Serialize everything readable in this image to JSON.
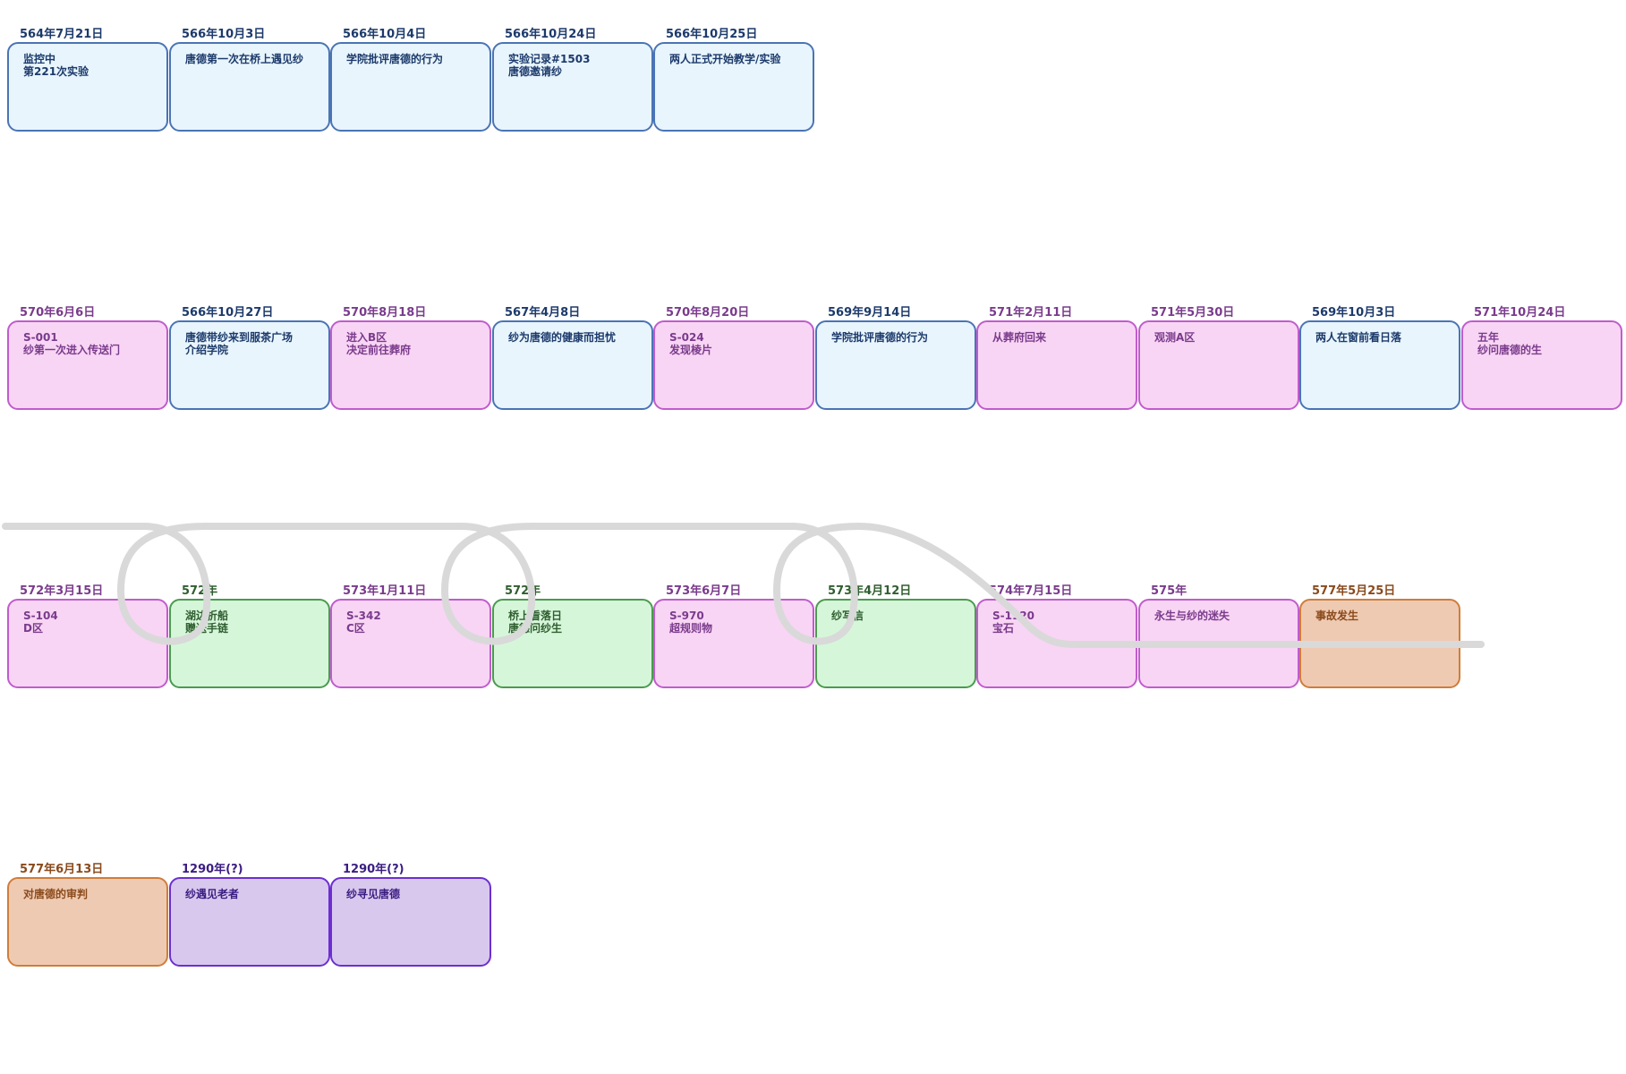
{
  "colors": {
    "blue": {
      "fill": "#e8f5fd",
      "border": "#4a74b4",
      "text": "#1c3a6b"
    },
    "pink": {
      "fill": "#f8d5f4",
      "border": "#c05ccd",
      "text": "#7a3b8c"
    },
    "green": {
      "fill": "#d6f6da",
      "border": "#4b9a4f",
      "text": "#2f5e2f"
    },
    "orange": {
      "fill": "#efcab2",
      "border": "#cf7d3b",
      "text": "#8a4a1c"
    },
    "purple": {
      "fill": "#d9c8ee",
      "border": "#6b2fd1",
      "text": "#3b1d82"
    },
    "connector": "#d9d9d9"
  },
  "rows": [
    [
      {
        "date": "564年7月21日",
        "text": "监控中\n第221次实验",
        "category": "blue"
      },
      {
        "date": "566年10月3日",
        "text": "唐德第一次在桥上遇见纱",
        "category": "blue"
      },
      {
        "date": "566年10月4日",
        "text": "学院批评唐德的行为",
        "category": "blue"
      },
      {
        "date": "566年10月24日",
        "text": "实验记录#1503\n唐德邀请纱",
        "category": "blue"
      },
      {
        "date": "566年10月25日",
        "text": "两人正式开始教学/实验",
        "category": "blue"
      }
    ],
    [
      {
        "date": "570年6月6日",
        "text": "S-001\n纱第一次进入传送门",
        "category": "pink"
      },
      {
        "date": "566年10月27日",
        "text": "唐德带纱来到服茶广场\n介绍学院",
        "category": "blue"
      },
      {
        "date": "570年8月18日",
        "text": "进入B区\n决定前往葬府",
        "category": "pink"
      },
      {
        "date": "567年4月8日",
        "text": "纱为唐德的健康而担忧",
        "category": "blue"
      },
      {
        "date": "570年8月20日",
        "text": "S-024\n发现棱片",
        "category": "pink"
      },
      {
        "date": "569年9月14日",
        "text": "学院批评唐德的行为",
        "category": "blue"
      },
      {
        "date": "571年2月11日",
        "text": "从葬府回来",
        "category": "pink"
      },
      {
        "date": "571年5月30日",
        "text": "观测A区",
        "category": "pink"
      },
      {
        "date": "569年10月3日",
        "text": "两人在窗前看日落",
        "category": "blue"
      },
      {
        "date": "571年10月24日",
        "text": "五年\n纱问唐德的生",
        "category": "pink"
      }
    ],
    [
      {
        "date": "572年3月15日",
        "text": "S-104\nD区",
        "category": "pink"
      },
      {
        "date": "572年",
        "text": "湖边折船\n赠送手链",
        "category": "green"
      },
      {
        "date": "573年1月11日",
        "text": "S-342\nC区",
        "category": "pink"
      },
      {
        "date": "572年",
        "text": "桥上看落日\n唐德问纱生",
        "category": "green"
      },
      {
        "date": "573年6月7日",
        "text": "S-970\n超规则物",
        "category": "pink"
      },
      {
        "date": "573年4月12日",
        "text": "纱写信",
        "category": "green"
      },
      {
        "date": "574年7月15日",
        "text": "S-1120\n宝石",
        "category": "pink"
      },
      {
        "date": "575年",
        "text": "永生与纱的迷失",
        "category": "pink"
      },
      {
        "date": "577年5月25日",
        "text": "事故发生",
        "category": "orange"
      }
    ],
    [
      {
        "date": "577年6月13日",
        "text": "对唐德的审判",
        "category": "orange"
      },
      {
        "date": "1290年(?)",
        "text": "纱遇见老者",
        "category": "purple"
      },
      {
        "date": "1290年(?)",
        "text": "纱寻见唐德",
        "category": "purple"
      }
    ]
  ]
}
